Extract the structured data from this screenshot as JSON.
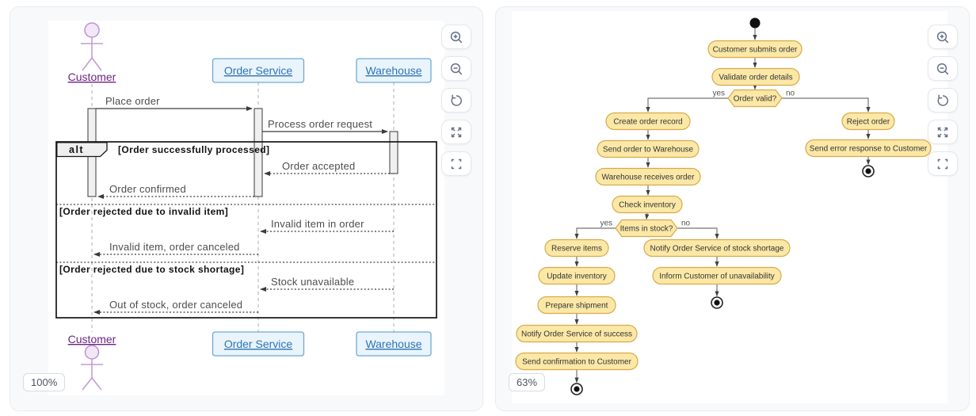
{
  "sequence_panel": {
    "zoom_badge": "100%",
    "participants": {
      "customer": "Customer",
      "order_service": "Order Service",
      "warehouse": "Warehouse"
    },
    "fragment": {
      "operator": "alt",
      "guards": [
        "[Order successfully processed]",
        "[Order rejected due to invalid item]",
        "[Order rejected due to stock shortage]"
      ]
    },
    "messages": [
      "Place order",
      "Process order request",
      "Order accepted",
      "Order confirmed",
      "Invalid item in order",
      "Invalid item, order canceled",
      "Stock unavailable",
      "Out of stock, order canceled"
    ]
  },
  "activity_panel": {
    "zoom_badge": "63%",
    "nodes": [
      "Customer submits order",
      "Validate order details",
      "Create order record",
      "Send order to Warehouse",
      "Warehouse receives order",
      "Check inventory",
      "Reserve items",
      "Update inventory",
      "Prepare shipment",
      "Notify Order Service of success",
      "Send confirmation to Customer",
      "Notify Order Service of stock shortage",
      "Inform Customer of unavailability",
      "Reject order",
      "Send error response to Customer"
    ],
    "decisions": [
      "Order valid?",
      "Items in stock?"
    ],
    "branch_labels": {
      "yes": "yes",
      "no": "no"
    }
  },
  "controls": {
    "buttons": [
      {
        "icon": "zoom-in"
      },
      {
        "icon": "zoom-out"
      },
      {
        "icon": "reset-view"
      },
      {
        "icon": "expand"
      },
      {
        "icon": "fit-to-screen"
      }
    ]
  },
  "colors": {
    "activity_node_fill": "#FCE8A6",
    "activity_node_border": "#D7A94A",
    "participant_fill": "#EAF4FC",
    "participant_border": "#6BAAD8",
    "participant_text": "#2E75B6",
    "actor_purple": "#BE93D2",
    "actor_text": "#6B2482",
    "flow_gray": "#757575"
  }
}
